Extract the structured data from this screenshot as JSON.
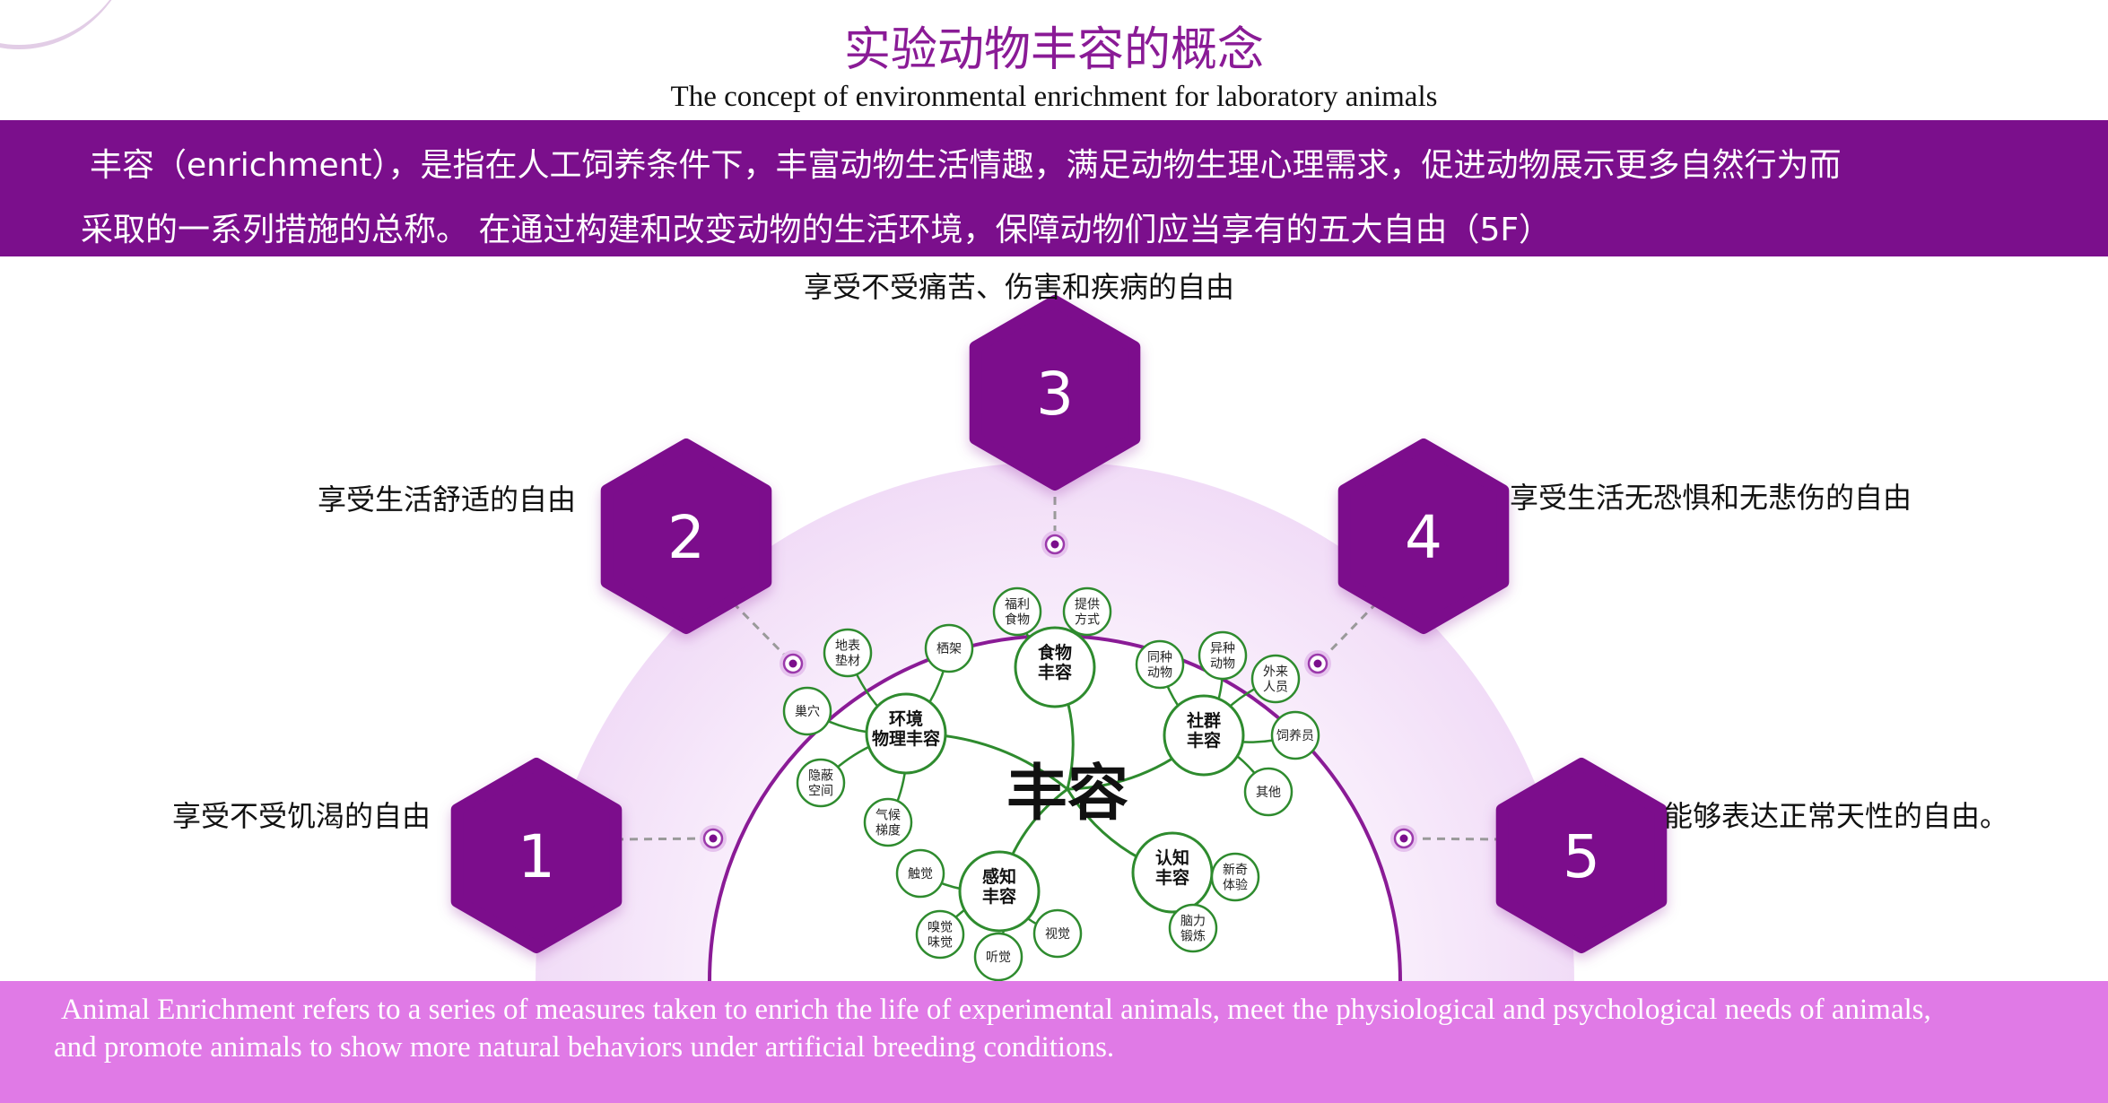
{
  "header": {
    "title": "实验动物丰容的概念",
    "subtitle": "The concept of environmental enrichment for laboratory animals"
  },
  "definition": {
    "line1": "丰容（enrichment），是指在人工饲养条件下，丰富动物生活情趣，满足动物生理心理需求，促进动物展示更多自然行为而",
    "line2": "采取的一系列措施的总称。 在通过构建和改变动物的生活环境，保障动物们应当享有的五大自由（5F）"
  },
  "freedoms": [
    {
      "number": "1",
      "label": "享受不受饥渴的自由"
    },
    {
      "number": "2",
      "label": "享受生活舒适的自由"
    },
    {
      "number": "3",
      "label": "享受不受痛苦、伤害和疾病的自由"
    },
    {
      "number": "4",
      "label": "享受生活无恐惧和无悲伤的自由"
    },
    {
      "number": "5",
      "label": "能够表达正常天性的自由。"
    }
  ],
  "mindmap": {
    "center": "丰容",
    "branches": [
      {
        "label": [
          "环境",
          "物理丰容"
        ],
        "leaves": [
          [
            "地表",
            "垫材"
          ],
          [
            "栖架"
          ],
          [
            "巢穴"
          ],
          [
            "隐蔽",
            "空间"
          ],
          [
            "气候",
            "梯度"
          ]
        ]
      },
      {
        "label": [
          "食物",
          "丰容"
        ],
        "leaves": [
          [
            "福利",
            "食物"
          ],
          [
            "提供",
            "方式"
          ]
        ]
      },
      {
        "label": [
          "社群",
          "丰容"
        ],
        "leaves": [
          [
            "同种",
            "动物"
          ],
          [
            "异种",
            "动物"
          ],
          [
            "外来",
            "人员"
          ],
          [
            "饲养员"
          ],
          [
            "其他"
          ]
        ]
      },
      {
        "label": [
          "感知",
          "丰容"
        ],
        "leaves": [
          [
            "触觉"
          ],
          [
            "嗅觉",
            "味觉"
          ],
          [
            "听觉"
          ],
          [
            "视觉"
          ]
        ]
      },
      {
        "label": [
          "认知",
          "丰容"
        ],
        "leaves": [
          [
            "新奇",
            "体验"
          ],
          [
            "脑力",
            "锻炼"
          ]
        ]
      }
    ]
  },
  "footer": {
    "line1": "Animal Enrichment refers to a series of measures taken to enrich the life of experimental animals, meet the physiological and psychological needs of animals,",
    "line2": "and promote animals to show more natural behaviors under artificial breeding conditions."
  },
  "colors": {
    "primary_purple": "#7b0f8c",
    "title_purple": "#8a1b96",
    "footer_pink": "#e07ae6",
    "mindmap_green": "#2e8b2e"
  }
}
